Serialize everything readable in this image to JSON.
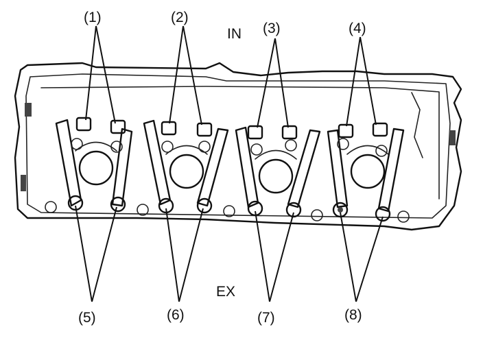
{
  "labels": {
    "intake": "IN",
    "exhaust": "EX",
    "callouts": [
      "(1)",
      "(2)",
      "(3)",
      "(4)",
      "(5)",
      "(6)",
      "(7)",
      "(8)"
    ]
  }
}
